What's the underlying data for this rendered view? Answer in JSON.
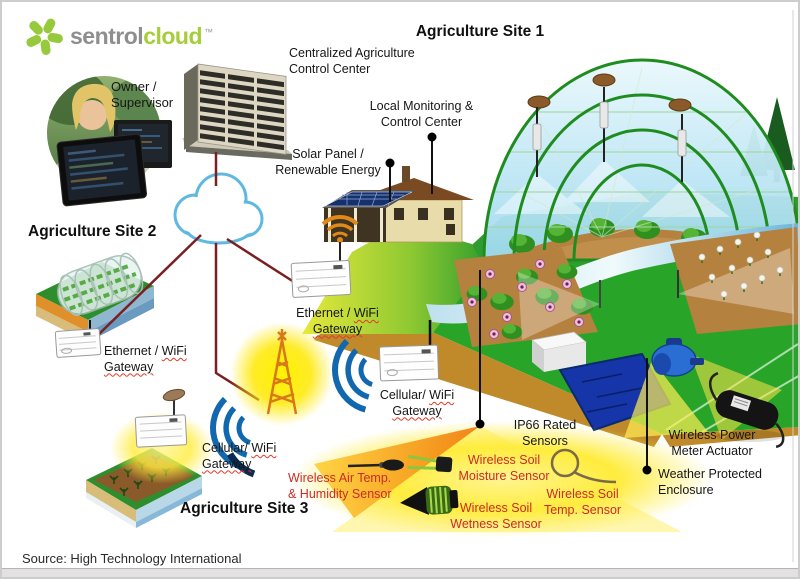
{
  "logo": {
    "brand_first": "sentrol",
    "brand_second": "cloud",
    "trademark": "™"
  },
  "titles": {
    "site1": "Agriculture Site 1",
    "site2": "Agriculture Site 2",
    "site3": "Agriculture Site 3"
  },
  "labels": {
    "owner": "Owner /\nSupervisor",
    "control_center": "Centralized Agriculture\nControl Center",
    "local_monitoring": "Local Monitoring &\nControl Center",
    "solar": "Solar Panel /\nRenewable Energy",
    "ip66": "IP66 Rated\nSensors",
    "power_meter": "Wireless Power\nMeter Actuator",
    "enclosure": "Weather Protected\nEnclosure"
  },
  "gateway_words": {
    "ethernet_prefix": "Ethernet / ",
    "cellular_prefix": "Cellular/ ",
    "wifi": "WiFi",
    "gateway": "Gateway"
  },
  "sensor_labels": {
    "air_temp": "Wireless Air Temp.\n& Humidity Sensor",
    "soil_moisture": "Wireless Soil\nMoisture Sensor",
    "soil_wetness": "Wireless Soil\nWetness Sensor",
    "soil_temp": "Wireless Soil\nTemp. Sensor"
  },
  "footer": {
    "source": "Source: High Technology International"
  },
  "colors": {
    "brand_green": "#A6CE39",
    "brand_gray": "#8E8E8E",
    "connection_line_maroon": "#7B2022",
    "sensor_label_red": "#CC2A27",
    "cloud_outline_blue": "#5FB8E0",
    "wifi_signal_blue": "#1268AE",
    "tower_orange": "#D87818",
    "burst_yellow": "#FFEC3D",
    "field_green": "#28A428",
    "soil_brown": "#B5813F"
  },
  "icons": {
    "logo_pinwheel": "green-leaf-pinwheel",
    "cloud": "internet-cloud",
    "wifi_arcs": "wifi-signal-arcs",
    "radio_tower": "cellular-lattice-tower",
    "satellite_dish": "small-dish-antenna",
    "gateway_box": "white-gateway-device",
    "callout_dot": "black-dot-leader-line"
  }
}
